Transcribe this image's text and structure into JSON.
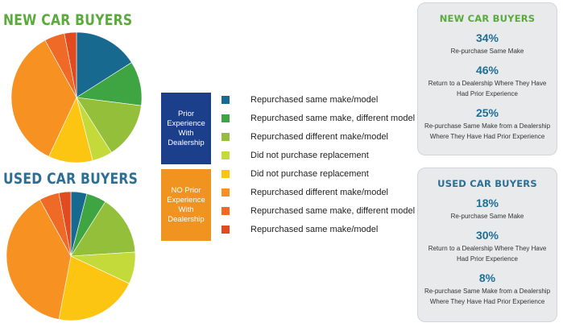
{
  "chart_data": [
    {
      "type": "pie",
      "title": "NEW CAR BUYERS",
      "slices": [
        {
          "label": "Repurchased same make/model",
          "value": 16,
          "color": "#17698f"
        },
        {
          "label": "Repurchased same make, different model",
          "value": 11,
          "color": "#3fa543"
        },
        {
          "label": "Repurchased different make/model",
          "value": 14,
          "color": "#94bf3a"
        },
        {
          "label": "Did not purchase replacement",
          "value": 5,
          "color": "#c3da3a"
        },
        {
          "label": "Did not purchase replacement",
          "value": 11,
          "color": "#fcc512"
        },
        {
          "label": "Repurchased different make/model",
          "value": 35,
          "color": "#f79222"
        },
        {
          "label": "Repurchased same make, different model",
          "value": 5,
          "color": "#ee6a26"
        },
        {
          "label": "Repurchased same make/model",
          "value": 3,
          "color": "#e24a20"
        }
      ]
    },
    {
      "type": "pie",
      "title": "USED CAR BUYERS",
      "slices": [
        {
          "label": "Repurchased same make/model",
          "value": 4,
          "color": "#17698f"
        },
        {
          "label": "Repurchased same make, different model",
          "value": 5,
          "color": "#3fa543"
        },
        {
          "label": "Repurchased different make/model",
          "value": 15,
          "color": "#94bf3a"
        },
        {
          "label": "Did not purchase replacement",
          "value": 8,
          "color": "#c3da3a"
        },
        {
          "label": "Did not purchase replacement",
          "value": 21,
          "color": "#fcc512"
        },
        {
          "label": "Repurchased different make/model",
          "value": 39,
          "color": "#f79222"
        },
        {
          "label": "Repurchased same make, different model",
          "value": 5,
          "color": "#ee6a26"
        },
        {
          "label": "Repurchased same make/model",
          "value": 3,
          "color": "#e24a20"
        }
      ]
    }
  ],
  "groups": {
    "prior": {
      "label": "Prior Experience With Dealership",
      "color": "#1c3f8c"
    },
    "no_prior": {
      "label": "NO Prior Experience With Dealership",
      "color": "#f0941f"
    }
  },
  "legend": [
    {
      "label": "Repurchased same make/model",
      "color": "#17698f"
    },
    {
      "label": "Repurchased same make, different model",
      "color": "#3fa543"
    },
    {
      "label": "Repurchased different make/model",
      "color": "#94bf3a"
    },
    {
      "label": "Did not purchase replacement",
      "color": "#c3da3a"
    },
    {
      "label": "Did not purchase replacement",
      "color": "#fcc512"
    },
    {
      "label": "Repurchased different make/model",
      "color": "#f79222"
    },
    {
      "label": "Repurchased same make, different model",
      "color": "#ee6a26"
    },
    {
      "label": "Repurchased same make/model",
      "color": "#e24a20"
    }
  ],
  "panels": {
    "new": {
      "title": "NEW CAR BUYERS",
      "stats": [
        {
          "pct": "34%",
          "desc": "Re-purchase Same Make"
        },
        {
          "pct": "46%",
          "desc": "Return to a Dealership Where They Have Had Prior Experience"
        },
        {
          "pct": "25%",
          "desc": "Re-purchase Same Make from a Dealership Where They Have Had Prior Experience"
        }
      ]
    },
    "used": {
      "title": "USED CAR BUYERS",
      "stats": [
        {
          "pct": "18%",
          "desc": "Re-purchase Same Make"
        },
        {
          "pct": "30%",
          "desc": "Return to a Dealership Where They Have Had Prior Experience"
        },
        {
          "pct": "8%",
          "desc": "Re-purchase Same Make from a Dealership Where They Have Had Prior Experience"
        }
      ]
    }
  }
}
